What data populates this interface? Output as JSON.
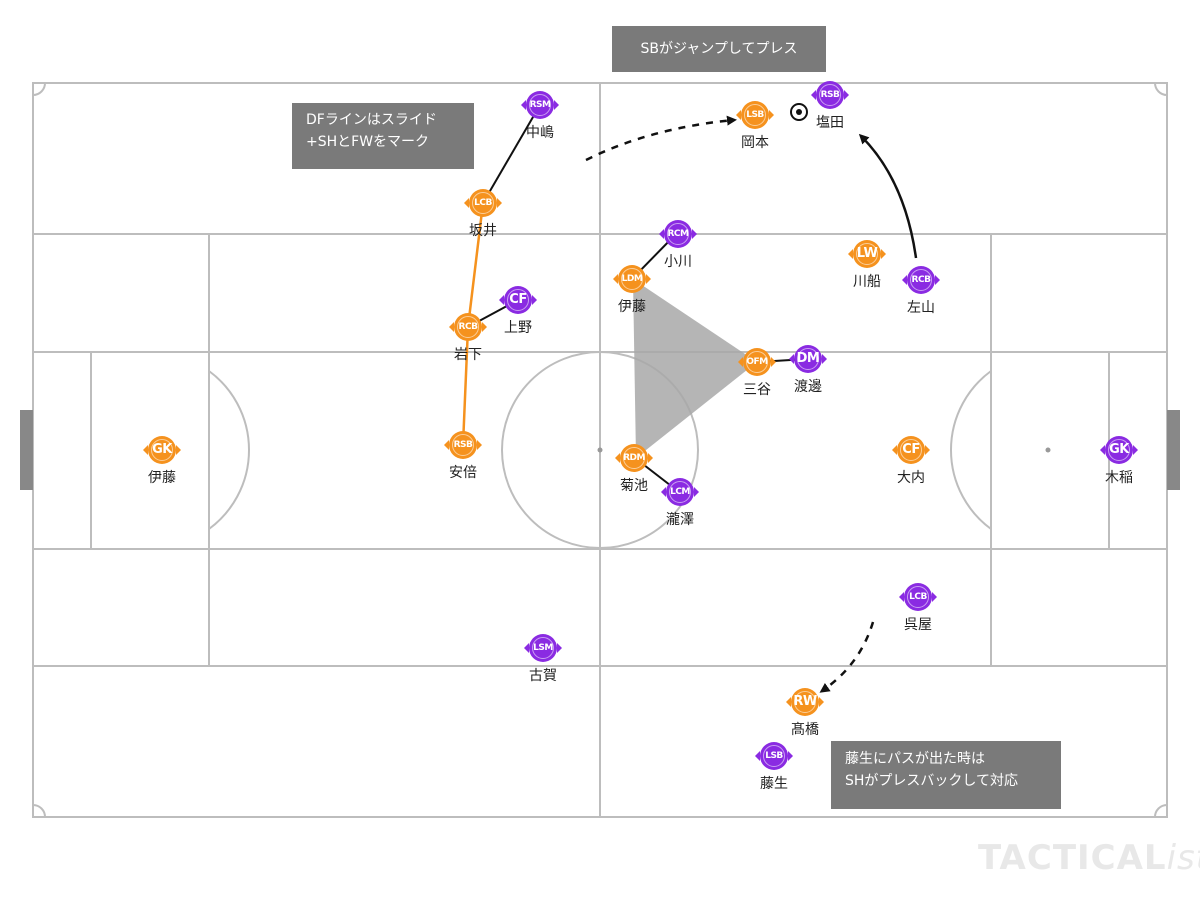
{
  "callouts": {
    "sb_jump": "SBがジャンプしてプレス",
    "df_line_1": "DFラインはスライド",
    "df_line_2": "+SHとFWをマーク",
    "press_back_1": "藤生にパスが出た時は",
    "press_back_2": "SHがプレスバックして対応"
  },
  "watermark": {
    "main": "TACTICAL",
    "italic": "ista"
  },
  "colors": {
    "team_orange": "#f5921e",
    "team_purple": "#8a2be2",
    "pitch_lines": "#bdbdbd",
    "callout_bg": "#7a7a7a",
    "triangle": "#a8a8a8"
  },
  "ball": {
    "icon": "soccer-ball-icon",
    "holder": "塩田"
  },
  "players": {
    "orange": [
      {
        "id": "o-gk",
        "pos": "GK",
        "name": "伊藤"
      },
      {
        "id": "o-lcb",
        "pos": "LCB",
        "name": "坂井"
      },
      {
        "id": "o-rcb",
        "pos": "RCB",
        "name": "岩下"
      },
      {
        "id": "o-rsb",
        "pos": "RSB",
        "name": "安倍"
      },
      {
        "id": "o-ldm",
        "pos": "LDM",
        "name": "伊藤"
      },
      {
        "id": "o-rdm",
        "pos": "RDM",
        "name": "菊池"
      },
      {
        "id": "o-ofm",
        "pos": "OFM",
        "name": "三谷"
      },
      {
        "id": "o-lsb",
        "pos": "LSB",
        "name": "岡本"
      },
      {
        "id": "o-lw",
        "pos": "LW",
        "name": "川船"
      },
      {
        "id": "o-cf",
        "pos": "CF",
        "name": "大内"
      },
      {
        "id": "o-rw",
        "pos": "RW",
        "name": "髙橋"
      }
    ],
    "purple": [
      {
        "id": "p-rsm",
        "pos": "RSM",
        "name": "中嶋"
      },
      {
        "id": "p-cf",
        "pos": "CF",
        "name": "上野"
      },
      {
        "id": "p-rcm",
        "pos": "RCM",
        "name": "小川"
      },
      {
        "id": "p-dm",
        "pos": "DM",
        "name": "渡邊"
      },
      {
        "id": "p-lcm",
        "pos": "LCM",
        "name": "瀧澤"
      },
      {
        "id": "p-rsb",
        "pos": "RSB",
        "name": "塩田"
      },
      {
        "id": "p-rcb",
        "pos": "RCB",
        "name": "左山"
      },
      {
        "id": "p-gk",
        "pos": "GK",
        "name": "木稲"
      },
      {
        "id": "p-lcb",
        "pos": "LCB",
        "name": "呉屋"
      },
      {
        "id": "p-lsm",
        "pos": "LSM",
        "name": "古賀"
      },
      {
        "id": "p-lsb",
        "pos": "LSB",
        "name": "藤生"
      }
    ]
  }
}
